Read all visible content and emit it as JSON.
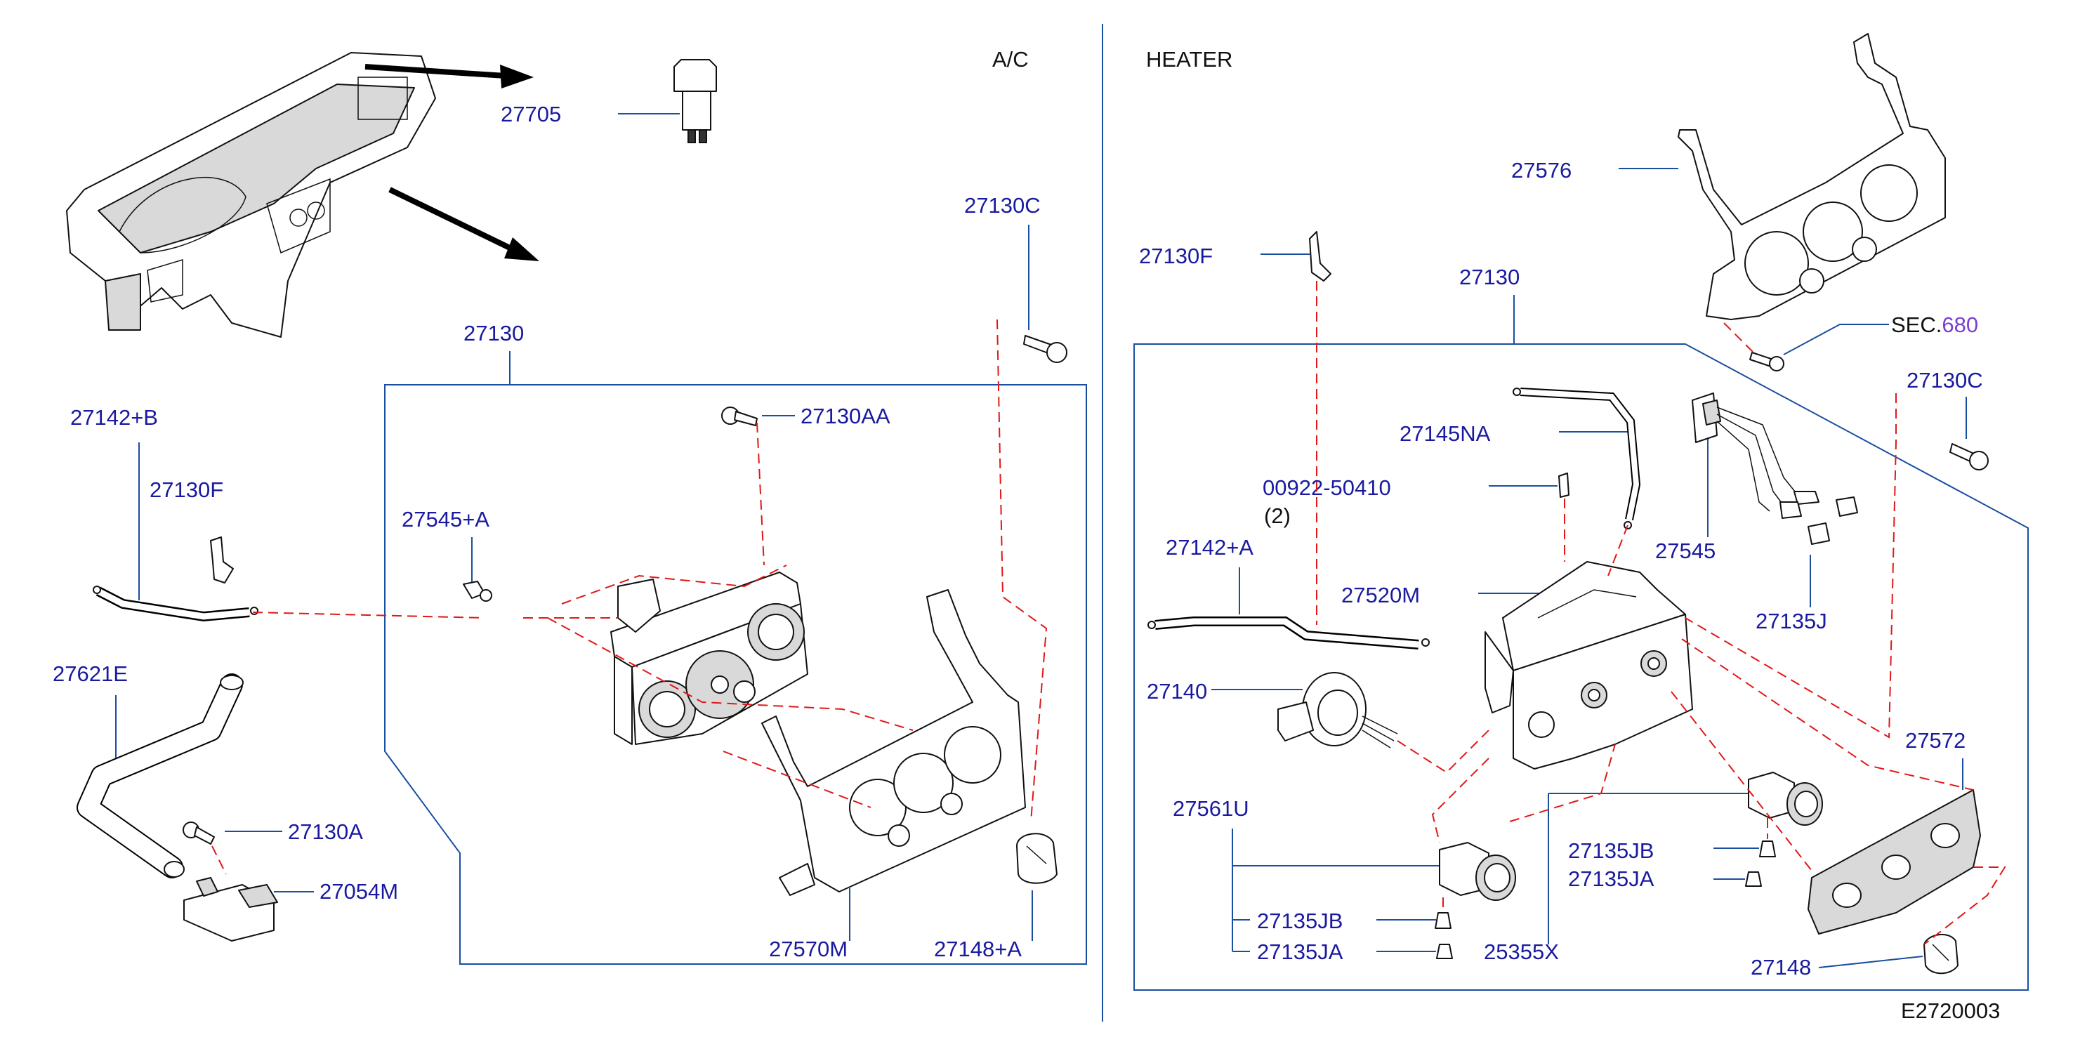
{
  "headers": {
    "ac": "A/C",
    "heater": "HEATER"
  },
  "labels": {
    "p27705": "27705",
    "p27130C_l": "27130C",
    "p27130_l": "27130",
    "p27142B": "27142+B",
    "p27130AA": "27130AA",
    "p27130F_l": "27130F",
    "p27545A": "27545+A",
    "p27621E": "27621E",
    "p27130A": "27130A",
    "p27054M": "27054M",
    "p27570M": "27570M",
    "p27148A": "27148+A",
    "p27576": "27576",
    "p27130F_r": "27130F",
    "p27130_r": "27130",
    "sec_prefix": "SEC.",
    "sec_num": "680",
    "p27130C_r": "27130C",
    "p27145NA": "27145NA",
    "p00922": "00922-50410",
    "p00922_qty": "(2)",
    "p27142A": "27142+A",
    "p27545": "27545",
    "p27520M": "27520M",
    "p27135J": "27135J",
    "p27140": "27140",
    "p27572": "27572",
    "p27561U": "27561U",
    "p27135JB_r": "27135JB",
    "p27135JA_r": "27135JA",
    "p27135JB_l": "27135JB",
    "p27135JA_l": "27135JA",
    "p25355X": "25355X",
    "p27148": "27148",
    "code": "E2720003"
  },
  "colors": {
    "label": "#1a1aa0",
    "leader": "#1a4fa0",
    "dashed": "#e01818",
    "sec_link": "#7a3fd0"
  },
  "icons": [
    "dashboard-icon",
    "arrow-icon",
    "switch-icon",
    "screw-icon",
    "clip-icon",
    "cable-icon",
    "bulb-icon",
    "hose-icon",
    "control-unit-icon",
    "bezel-icon",
    "knob-icon",
    "motor-icon",
    "harness-icon"
  ]
}
